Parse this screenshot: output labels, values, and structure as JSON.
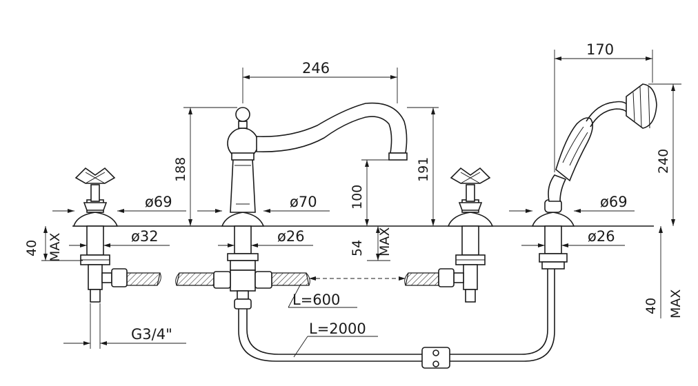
{
  "labels": {
    "d246": "246",
    "d170": "170",
    "d188": "188",
    "d191": "191",
    "d240": "240",
    "d100": "100",
    "d69_left": "ø69",
    "d69_right": "ø69",
    "d70": "ø70",
    "d32": "ø32",
    "d26_center": "ø26",
    "d26_right": "ø26",
    "d54": "54",
    "max_54": "MAX",
    "d40_left": "40",
    "max_left": "MAX",
    "d40_right": "40",
    "max_right": "MAX",
    "l600": "L=600",
    "l2000": "L=2000",
    "g34": "G3/4\""
  }
}
